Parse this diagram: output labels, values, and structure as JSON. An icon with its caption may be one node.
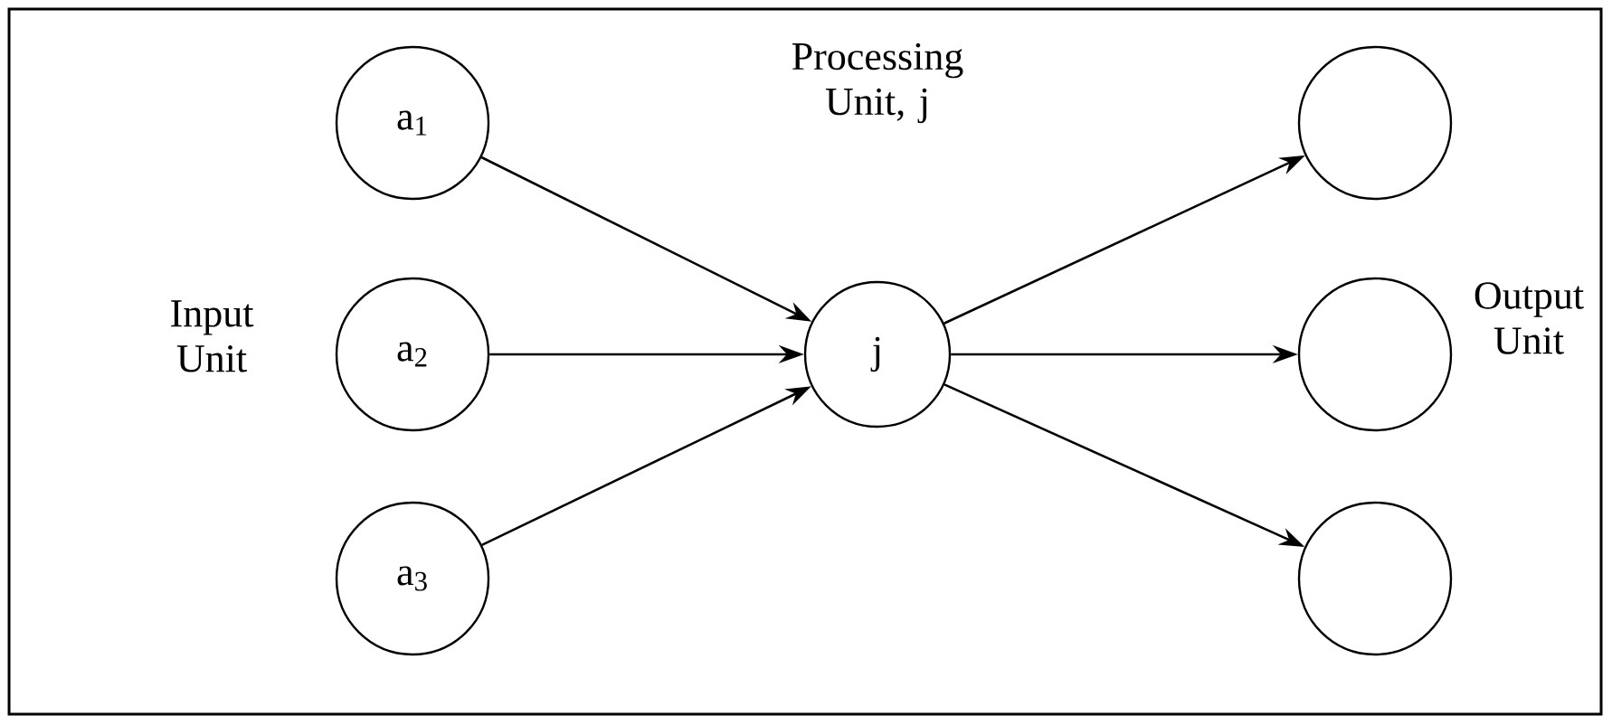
{
  "diagram": {
    "nodes": [
      {
        "text": [
          "a$_{1}$"
        ]
      },
      {
        "text": [
          "a$_{2}$"
        ]
      },
      {
        "text": [
          "a$_{3}$"
        ]
      },
      {
        "text": [
          "j"
        ],
        "beside": [
          "Processing Unit, j"
        ]
      },
      {
        "text": [],
        "shape": "circle"
      },
      {
        "text": [],
        "shape": "circle"
      },
      {
        "text": [],
        "shape": "circle"
      }
    ],
    "edges": [
      {
        "from": 0,
        "to": 3,
        "arrow": "to"
      },
      {
        "from": 1,
        "to": 3,
        "arrow": "to"
      },
      {
        "from": 2,
        "to": 3,
        "arrow": "to"
      },
      {
        "from": 3,
        "to": 4,
        "arrow": "to"
      },
      {
        "from": 3,
        "to": 5,
        "arrow": "to"
      },
      {
        "from": 3,
        "to": 6,
        "arrow": "to"
      }
    ],
    "labels": [
      "Input Unit",
      "Output Unit"
    ]
  }
}
